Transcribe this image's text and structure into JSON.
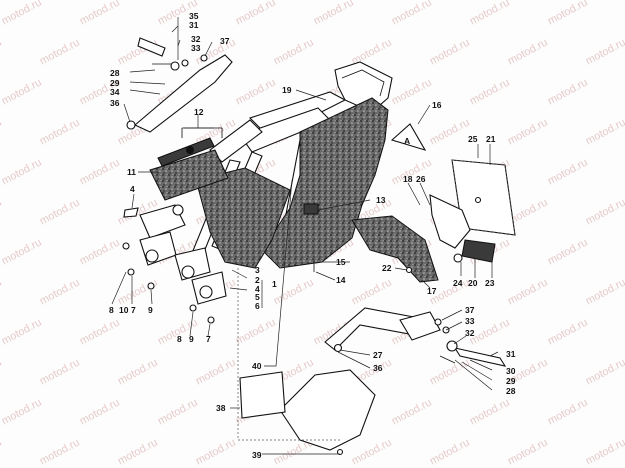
{
  "watermark": {
    "text": "motod.ru",
    "color": "#e2c2c2"
  },
  "callouts": [
    {
      "id": "c35",
      "text": "35"
    },
    {
      "id": "c31a",
      "text": "31"
    },
    {
      "id": "c32a",
      "text": "32"
    },
    {
      "id": "c33a",
      "text": "33"
    },
    {
      "id": "c37a",
      "text": "37"
    },
    {
      "id": "c28a",
      "text": "28"
    },
    {
      "id": "c29a",
      "text": "29"
    },
    {
      "id": "c34",
      "text": "34"
    },
    {
      "id": "c36a",
      "text": "36"
    },
    {
      "id": "c12",
      "text": "12"
    },
    {
      "id": "c19",
      "text": "19"
    },
    {
      "id": "c16",
      "text": "16"
    },
    {
      "id": "c25",
      "text": "25"
    },
    {
      "id": "c21",
      "text": "21"
    },
    {
      "id": "c11",
      "text": "11"
    },
    {
      "id": "c18",
      "text": "18"
    },
    {
      "id": "c26",
      "text": "26"
    },
    {
      "id": "c13",
      "text": "13"
    },
    {
      "id": "c4",
      "text": "4"
    },
    {
      "id": "c3",
      "text": "3"
    },
    {
      "id": "c2",
      "text": "2"
    },
    {
      "id": "c4b",
      "text": "4"
    },
    {
      "id": "c5",
      "text": "5"
    },
    {
      "id": "c6",
      "text": "6"
    },
    {
      "id": "c1",
      "text": "1"
    },
    {
      "id": "c15",
      "text": "15"
    },
    {
      "id": "c14",
      "text": "14"
    },
    {
      "id": "c22",
      "text": "22"
    },
    {
      "id": "c24",
      "text": "24"
    },
    {
      "id": "c20",
      "text": "20"
    },
    {
      "id": "c23",
      "text": "23"
    },
    {
      "id": "c17",
      "text": "17"
    },
    {
      "id": "c8a",
      "text": "8"
    },
    {
      "id": "c10",
      "text": "10"
    },
    {
      "id": "c7a",
      "text": "7"
    },
    {
      "id": "c9a",
      "text": "9"
    },
    {
      "id": "c8b",
      "text": "8"
    },
    {
      "id": "c9b",
      "text": "9"
    },
    {
      "id": "c7b",
      "text": "7"
    },
    {
      "id": "c37b",
      "text": "37"
    },
    {
      "id": "c33b",
      "text": "33"
    },
    {
      "id": "c32b",
      "text": "32"
    },
    {
      "id": "c31b",
      "text": "31"
    },
    {
      "id": "c27",
      "text": "27"
    },
    {
      "id": "c36b",
      "text": "36"
    },
    {
      "id": "c30",
      "text": "30"
    },
    {
      "id": "c29b",
      "text": "29"
    },
    {
      "id": "c28b",
      "text": "28"
    },
    {
      "id": "c40",
      "text": "40"
    },
    {
      "id": "c38",
      "text": "38"
    },
    {
      "id": "c39",
      "text": "39"
    }
  ]
}
